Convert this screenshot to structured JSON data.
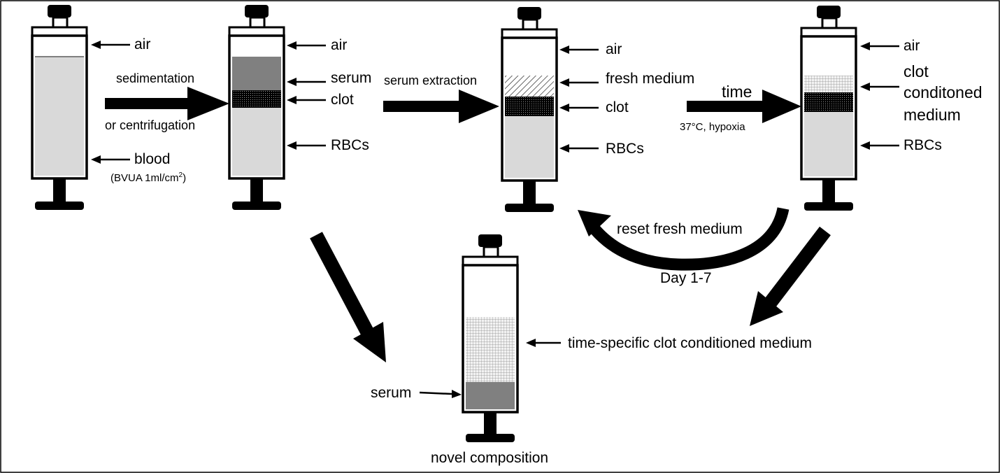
{
  "syringes": {
    "s1": {
      "air": "air",
      "blood": "blood",
      "bvua_pre": "(BVUA 1ml/cm",
      "bvua_sup": "2",
      "bvua_post": ")"
    },
    "s2": {
      "air": "air",
      "serum": "serum",
      "clot": "clot",
      "rbcs": "RBCs"
    },
    "s3": {
      "air": "air",
      "fresh": "fresh medium",
      "clot": "clot",
      "rbcs": "RBCs"
    },
    "s4": {
      "air": "air",
      "cm_line1": "clot",
      "cm_line2": "conditoned",
      "cm_line3": "medium",
      "rbcs": "RBCs"
    },
    "s5": {
      "tscm": "time-specific clot conditioned medium",
      "serum": "serum",
      "caption": "novel composition"
    }
  },
  "steps": {
    "sed_top": "sedimentation",
    "sed_bottom": "or centrifugation",
    "extract": "serum extraction",
    "time": "time",
    "conditions": "37°C, hypoxia",
    "reset": "reset fresh medium",
    "days": "Day 1-7"
  },
  "colors": {
    "plain_fluid": "#d9d9d9",
    "serum": "#808080",
    "clot": "#000000",
    "air": "#ffffff",
    "outline": "#000000"
  }
}
